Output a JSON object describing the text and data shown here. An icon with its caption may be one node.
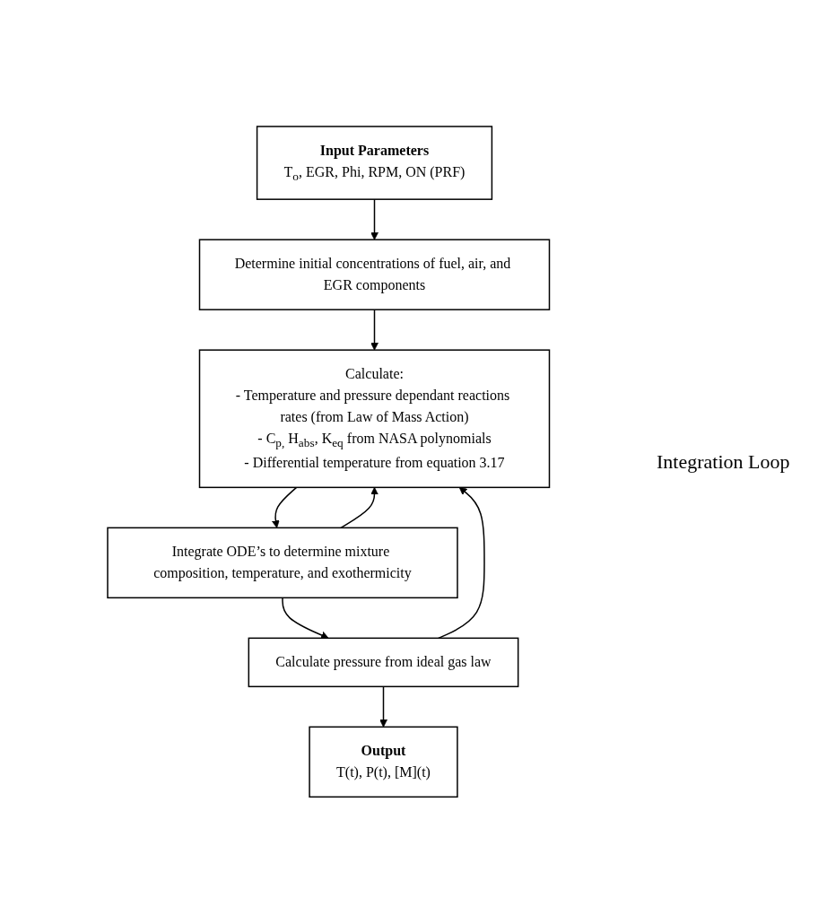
{
  "diagram": {
    "nodes": [
      {
        "text": [
          "Input Parameters",
          "T$_{o}$, EGR, Phi, RPM, ON (PRF)"
        ]
      },
      {
        "text": [
          "Determine initial concentrations of fuel, air, and EGR components"
        ]
      },
      {
        "text": [
          "Calculate:",
          "- Temperature and pressure dependant reactions rates (from Law of Mass Action)",
          "- C$_{p,}$ H$_{abs}$, K$_{eq}$ from NASA polynomials",
          "- Differential temperature from equation 3.17"
        ]
      },
      {
        "text": [
          "Integrate ODE’s to determine mixture composition, temperature, and exothermicity"
        ]
      },
      {
        "text": [
          "Calculate pressure from ideal gas law"
        ]
      },
      {
        "text": [
          "Output",
          "T(t), P(t), [M](t)"
        ]
      }
    ],
    "edges": [
      {
        "from": 0,
        "to": 1,
        "arrow": "to"
      },
      {
        "from": 1,
        "to": 2,
        "arrow": "to"
      },
      {
        "from": 2,
        "to": 3,
        "arrow": "to"
      },
      {
        "from": 3,
        "to": 4,
        "arrow": "to"
      },
      {
        "from": 4,
        "to": 5,
        "arrow": "to"
      },
      {
        "from": 3,
        "to": 2,
        "arrow": "to"
      },
      {
        "from": 4,
        "to": 2,
        "arrow": "to"
      }
    ],
    "labels": [
      "Integration Loop"
    ]
  }
}
